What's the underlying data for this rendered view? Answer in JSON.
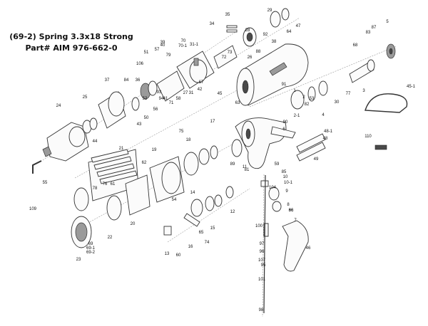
{
  "caption": {
    "line1": "(69-2) Spring 3.3x18 Strong",
    "line2": "Part# AIM 976-662-0"
  },
  "part_labels": [
    "1",
    "2",
    "2-1",
    "3",
    "4",
    "5",
    "6",
    "7",
    "8",
    "9",
    "10",
    "10-1",
    "11",
    "12",
    "13",
    "14",
    "15",
    "16",
    "17",
    "18",
    "19",
    "20",
    "21",
    "22",
    "23",
    "24",
    "25",
    "26",
    "27",
    "28",
    "29",
    "30",
    "31",
    "31-1",
    "34",
    "35",
    "36",
    "37",
    "38",
    "39",
    "40",
    "41",
    "42",
    "43",
    "44",
    "45",
    "45-1",
    "46",
    "47",
    "48",
    "48-1",
    "49",
    "50",
    "51",
    "52",
    "53",
    "54",
    "55",
    "56",
    "57",
    "58",
    "59",
    "60",
    "61",
    "62",
    "63",
    "64",
    "65",
    "66",
    "67",
    "68",
    "69",
    "69-1",
    "69-2",
    "70",
    "70-1",
    "71",
    "72",
    "73",
    "74",
    "75",
    "76",
    "77",
    "78",
    "79",
    "81",
    "82",
    "83",
    "84",
    "85",
    "86",
    "87",
    "88",
    "89",
    "90",
    "91",
    "92",
    "93",
    "94",
    "95",
    "96",
    "97",
    "98",
    "100",
    "101",
    "104",
    "106",
    "107",
    "109",
    "110"
  ]
}
